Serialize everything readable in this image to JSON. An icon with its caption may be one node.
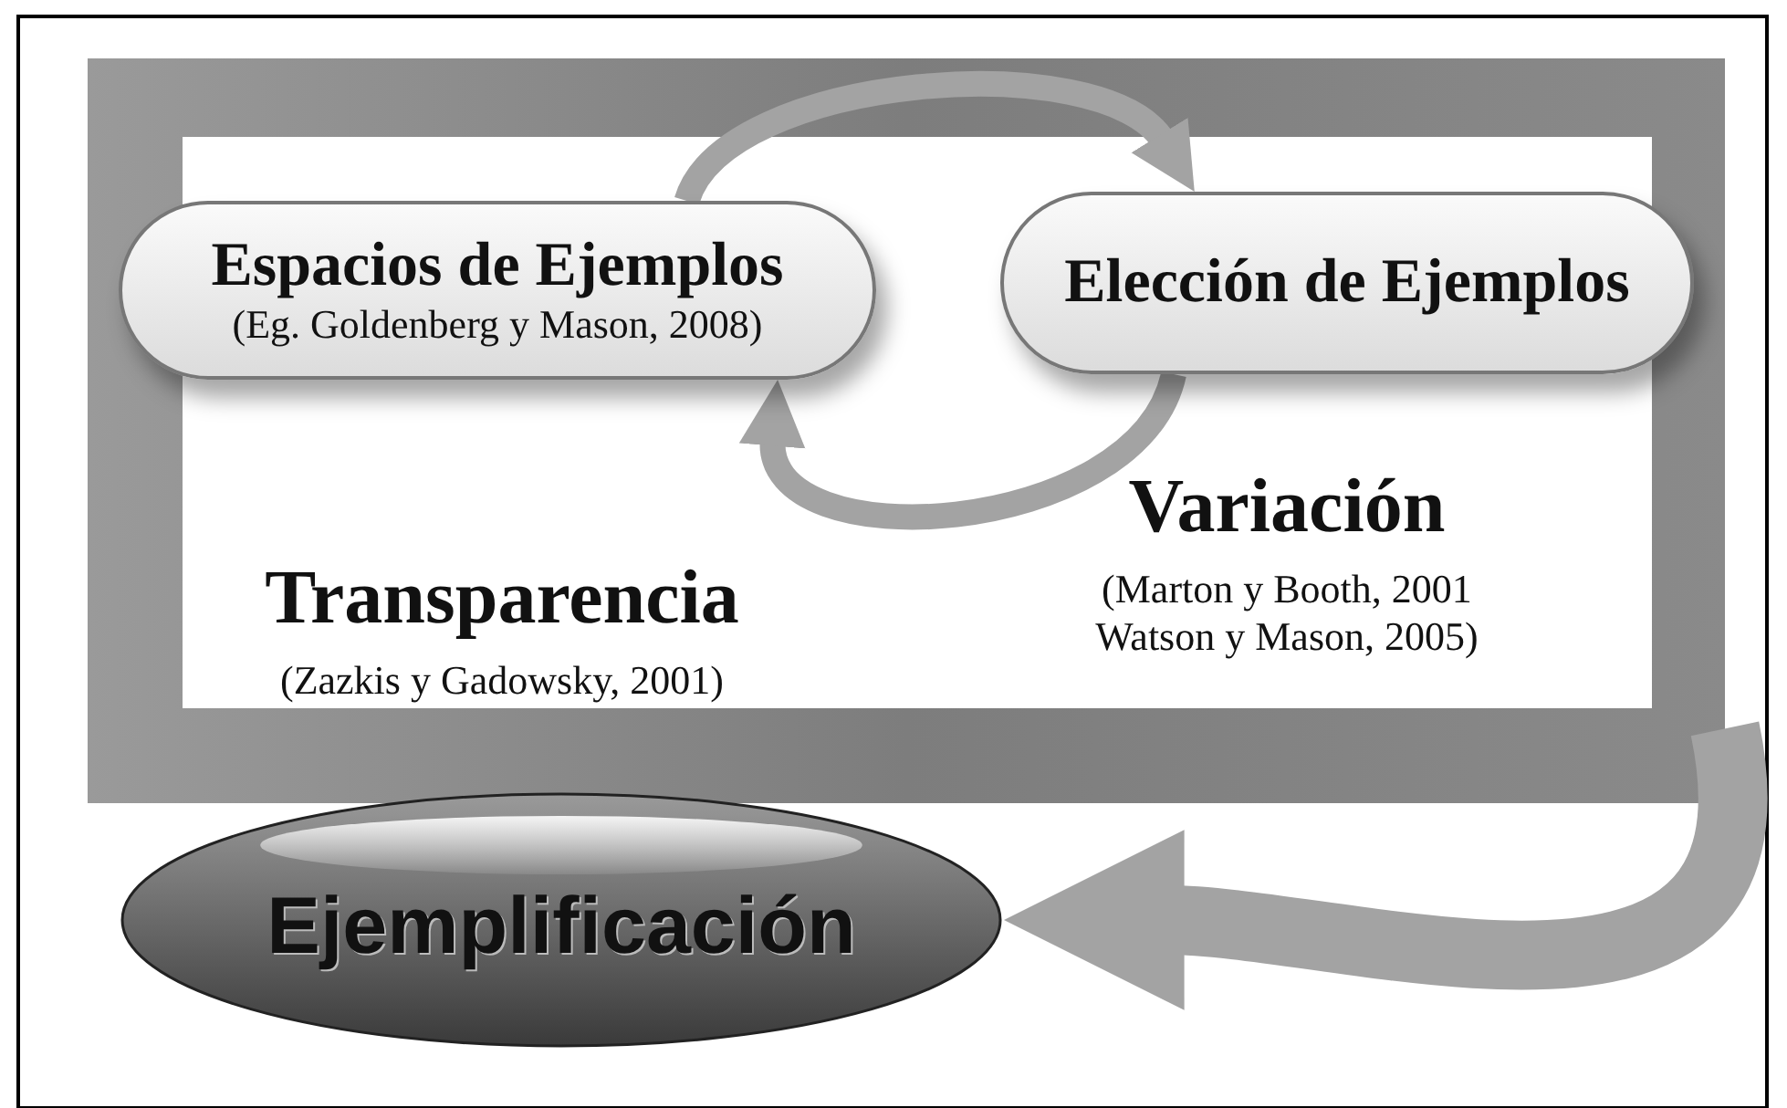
{
  "diagram": {
    "nodes": [
      {
        "text": [],
        "shape": "box"
      },
      {
        "text": [
          "Espacios de Ejemplos",
          "(Eg. Goldenberg y Mason, 2008)"
        ],
        "in": 0
      },
      {
        "text": [
          "Elección de Ejemplos"
        ],
        "in": 0
      },
      {
        "text": [
          "Ejemplificación"
        ]
      }
    ],
    "edges": [
      {
        "from": 1,
        "to": 2,
        "arrow": "to"
      },
      {
        "from": 2,
        "to": 1,
        "arrow": "to"
      },
      {
        "from": 0,
        "to": 3,
        "arrow": "to",
        "style": "thick"
      }
    ],
    "labels": [
      "Transparencia",
      "(Zazkis y Gadowsky, 2001)",
      "Variación",
      "(Marton y Booth, 2001 Watson y Mason, 2005)"
    ]
  }
}
